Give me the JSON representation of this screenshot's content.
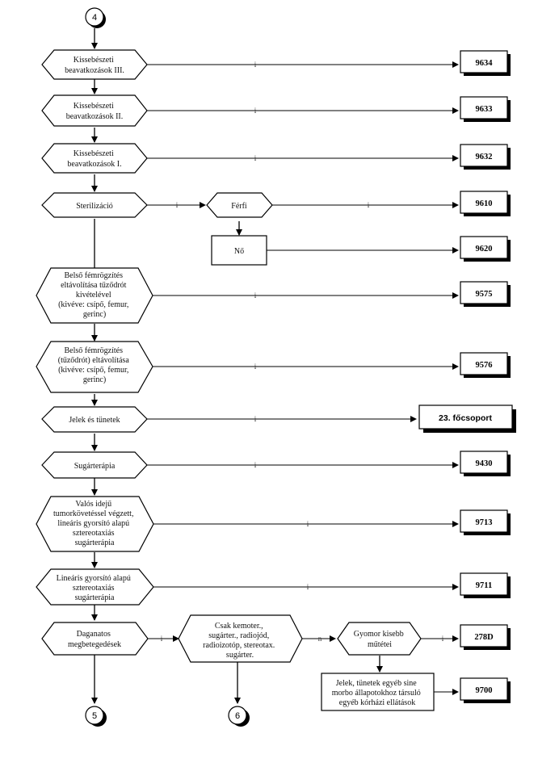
{
  "connectors": {
    "top": "4",
    "bottom_left": "5",
    "bottom_mid": "6"
  },
  "edge_labels": {
    "i": "i",
    "n": "n"
  },
  "decisions": {
    "d1": [
      "Kissebészeti",
      "beavatkozások III."
    ],
    "d2": [
      "Kissebészeti",
      "beavatkozások II."
    ],
    "d3": [
      "Kissebészeti",
      "beavatkozások I."
    ],
    "d4": [
      "Sterilizáció"
    ],
    "d4b": [
      "Férfi"
    ],
    "d5": [
      "Belső fémrögzítés",
      "eltávolítása tűződrót",
      "kivételével",
      "(kivéve: csípő, femur,",
      "gerinc)"
    ],
    "d6": [
      "Belső fémrögzítés",
      "(tűződrót) eltávolítása",
      "(kivéve: csípő, femur,",
      "gerinc)"
    ],
    "d7": [
      "Jelek és tünetek"
    ],
    "d8": [
      "Sugárterápia"
    ],
    "d9": [
      "Valós idejű",
      "tumorkövetéssel végzett,",
      "lineáris gyorsító alapú",
      "sztereotaxiás",
      "sugárterápia"
    ],
    "d10": [
      "Lineáris gyorsító alapú",
      "sztereotaxiás",
      "sugárterápia"
    ],
    "d11": [
      "Daganatos",
      "megbetegedések"
    ],
    "d12": [
      "Csak kemoter.,",
      "sugárter., radiojód,",
      "radioizotóp, stereotax.",
      "sugárter."
    ],
    "d13": [
      "Gyomor kisebb",
      "műtétei"
    ]
  },
  "boxes": {
    "no": [
      "Nő"
    ],
    "jelek": [
      "Jelek, tünetek egyéb sine",
      "morbo állapotokhoz társuló",
      "egyéb kórházi ellátások"
    ]
  },
  "codes": {
    "c9634": "9634",
    "c9633": "9633",
    "c9632": "9632",
    "c9610": "9610",
    "c9620": "9620",
    "c9575": "9575",
    "c9576": "9576",
    "c23": "23. főcsoport",
    "c9430": "9430",
    "c9713": "9713",
    "c9711": "9711",
    "c278d": "278D",
    "c9700": "9700"
  }
}
